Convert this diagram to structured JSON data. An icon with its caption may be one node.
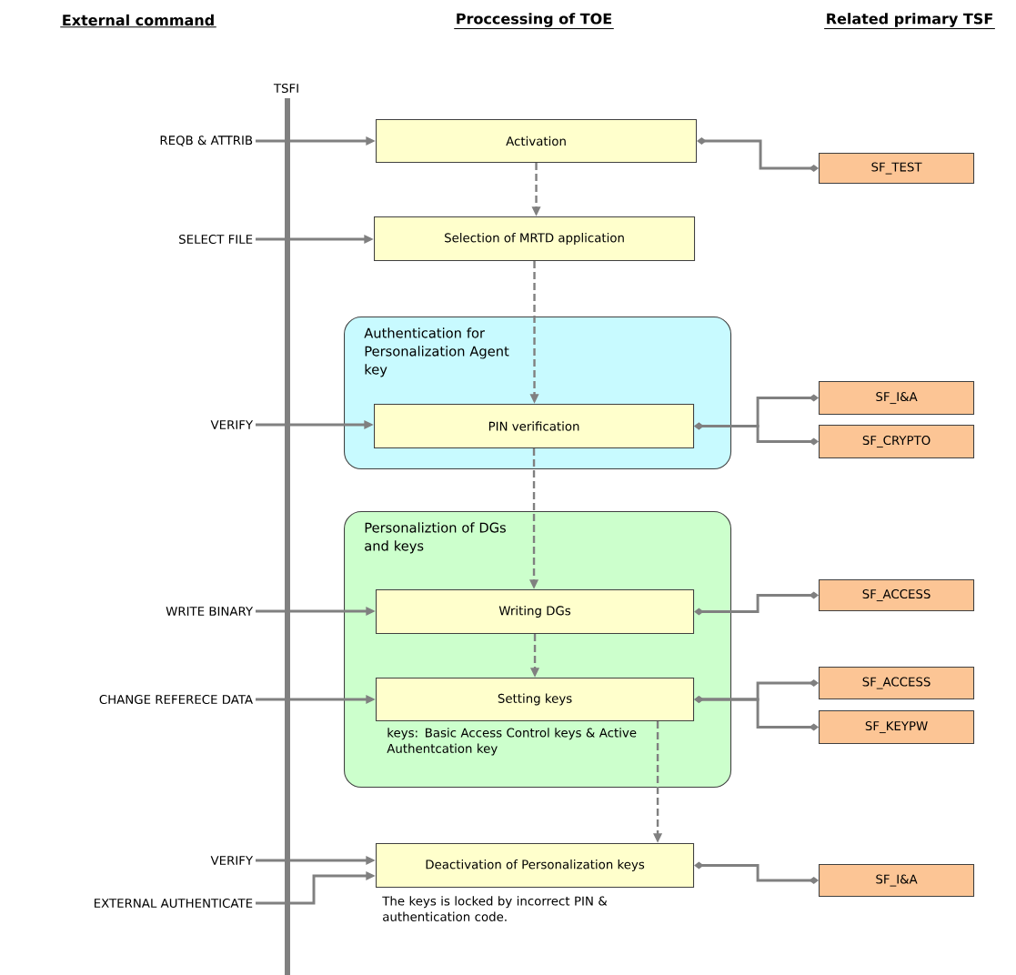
{
  "diagram": {
    "nodes": [
      {
        "text": [
          "REQB & ATTRIB"
        ]
      },
      {
        "text": [
          "Activation"
        ]
      },
      {
        "text": [
          "SF_TEST"
        ]
      },
      {
        "text": [
          "SELECT FILE"
        ]
      },
      {
        "text": [
          "Selection of MRTD application"
        ]
      },
      {
        "text": [
          "Authentication for Personalization Agent key"
        ]
      },
      {
        "text": [
          "VERIFY"
        ]
      },
      {
        "text": [
          "PIN verification"
        ],
        "in": 5
      },
      {
        "text": [
          "SF_I&A"
        ]
      },
      {
        "text": [
          "SF_CRYPTO"
        ]
      },
      {
        "text": [
          "Personaliztion of DGs and keys"
        ]
      },
      {
        "text": [
          "WRITE BINARY"
        ]
      },
      {
        "text": [
          "Writing DGs"
        ],
        "in": 10
      },
      {
        "text": [
          "SF_ACCESS"
        ]
      },
      {
        "text": [
          "CHANGE REFERECE DATA"
        ]
      },
      {
        "text": [
          "Setting keys"
        ],
        "in": 10,
        "beside": [
          "keys: Basic Access Control keys & Active Authentcation key"
        ]
      },
      {
        "text": [
          "SF_ACCESS"
        ]
      },
      {
        "text": [
          "SF_KEYPW"
        ]
      },
      {
        "text": [
          "VERIFY"
        ]
      },
      {
        "text": [
          "Deactivation of Personalization keys"
        ],
        "beside": [
          "The keys is locked by incorrect PIN & authentication code."
        ]
      },
      {
        "text": [
          "EXTERNAL AUTHENTICATE"
        ]
      },
      {
        "text": [
          "SF_I&A"
        ]
      }
    ],
    "edges": [
      {
        "from": 0,
        "to": 1,
        "arrow": "to"
      },
      {
        "from": 1,
        "to": 2,
        "arrow": "other"
      },
      {
        "from": 1,
        "to": 4,
        "arrow": "to",
        "style": "dashed"
      },
      {
        "from": 3,
        "to": 4,
        "arrow": "to"
      },
      {
        "from": 4,
        "to": 7,
        "arrow": "to",
        "style": "dashed"
      },
      {
        "from": 6,
        "to": 7,
        "arrow": "to"
      },
      {
        "from": 7,
        "to": 8,
        "arrow": "other"
      },
      {
        "from": 7,
        "to": 9,
        "arrow": "other"
      },
      {
        "from": 7,
        "to": 12,
        "arrow": "to",
        "style": "dashed"
      },
      {
        "from": 11,
        "to": 12,
        "arrow": "to"
      },
      {
        "from": 12,
        "to": 13,
        "arrow": "other"
      },
      {
        "from": 12,
        "to": 15,
        "arrow": "to",
        "style": "dashed"
      },
      {
        "from": 14,
        "to": 15,
        "arrow": "to"
      },
      {
        "from": 15,
        "to": 16,
        "arrow": "other"
      },
      {
        "from": 15,
        "to": 17,
        "arrow": "other"
      },
      {
        "from": 15,
        "to": 19,
        "arrow": "to",
        "style": "dashed"
      },
      {
        "from": 18,
        "to": 19,
        "arrow": "to"
      },
      {
        "from": 20,
        "to": 19,
        "arrow": "to"
      },
      {
        "from": 19,
        "to": 21,
        "arrow": "other"
      }
    ],
    "labels": [
      "External command",
      "Proccessing of TOE",
      "Related primary TSF",
      "TSFI"
    ]
  }
}
